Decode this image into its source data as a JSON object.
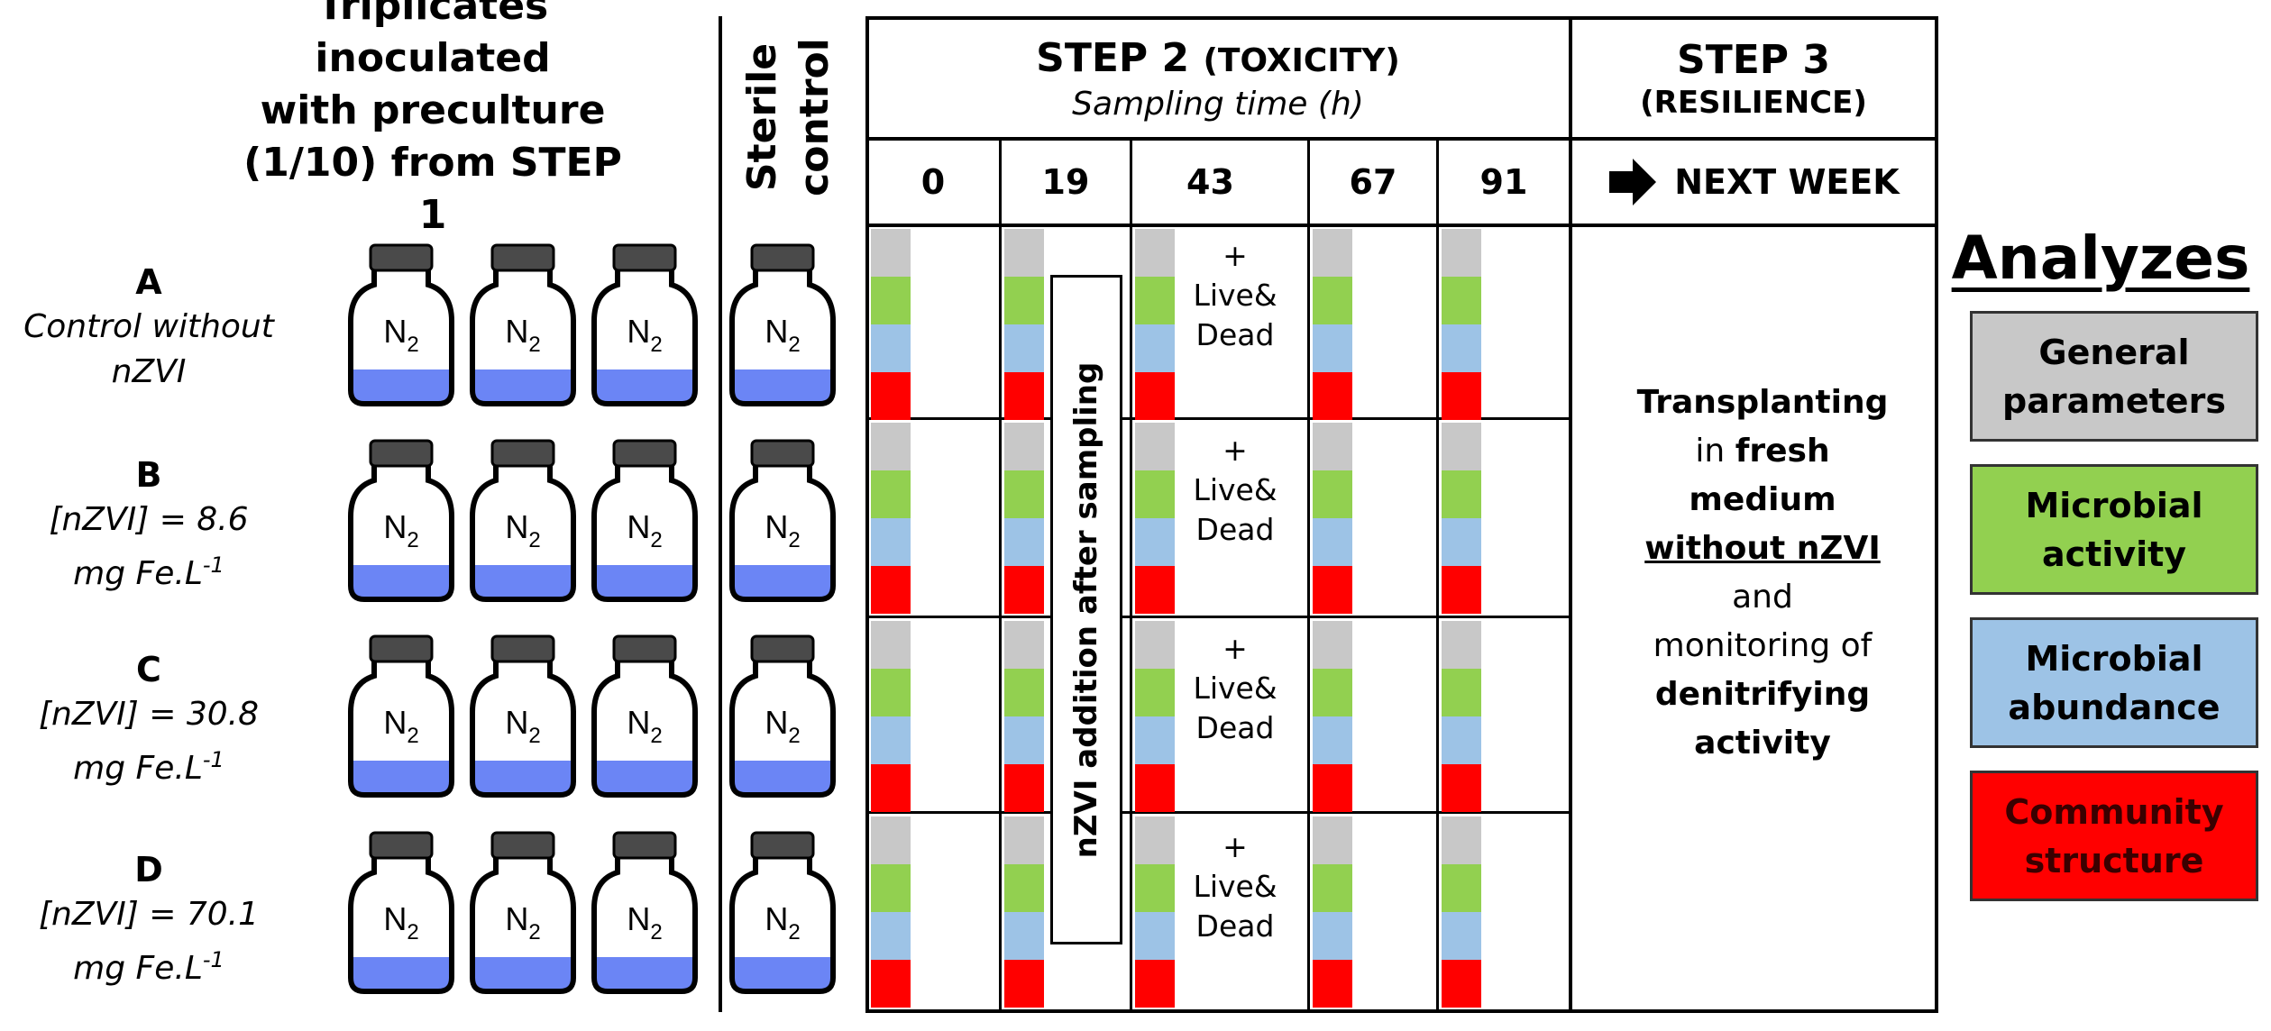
{
  "left_header": {
    "line1": "Triplicates inoculated",
    "line2": "with preculture",
    "line3": "(1/10) from STEP 1"
  },
  "sterile_header": {
    "line1": "Sterile",
    "line2": "control"
  },
  "bottle_label": "N",
  "bottle_subscript": "2",
  "rows": [
    {
      "letter": "A",
      "desc1": "Control without",
      "desc2": "nZVI",
      "sup": ""
    },
    {
      "letter": "B",
      "desc1": "[nZVI] = 8.6",
      "desc2": "mg Fe.L",
      "sup": "-1"
    },
    {
      "letter": "C",
      "desc1": "[nZVI] = 30.8",
      "desc2": "mg Fe.L",
      "sup": "-1"
    },
    {
      "letter": "D",
      "desc1": "[nZVI] = 70.1",
      "desc2": "mg Fe.L",
      "sup": "-1"
    }
  ],
  "step2": {
    "title": "STEP 2",
    "title_paren": "(TOXICITY)",
    "subtitle": "Sampling time (h)"
  },
  "step3": {
    "title": "STEP 3",
    "subtitle": "(RESILIENCE)",
    "next": "NEXT WEEK"
  },
  "times": [
    "0",
    "19",
    "43",
    "67",
    "91"
  ],
  "live_dead": {
    "plus": "+",
    "line1": "Live&",
    "line2": "Dead"
  },
  "addition_text": "nZVI addition after sampling",
  "step3_body": {
    "l1": "Transplanting",
    "l2a": "in ",
    "l2b": "fresh",
    "l3": "medium",
    "l4": "without nZVI",
    "l5": "and",
    "l6": "monitoring of",
    "l7": "denitrifying",
    "l8": "activity"
  },
  "analyzes": {
    "title": "Analyzes",
    "items": [
      {
        "line1": "General",
        "line2": "parameters",
        "color": "#c8c8c8",
        "text_color": "#000000"
      },
      {
        "line1": "Microbial",
        "line2": "activity",
        "color": "#92d050",
        "text_color": "#000000"
      },
      {
        "line1": "Microbial",
        "line2": "abundance",
        "color": "#9dc3e6",
        "text_color": "#000000"
      },
      {
        "line1": "Community",
        "line2": "structure",
        "color": "#ff0000",
        "text_color": "#3a0000"
      }
    ]
  },
  "colors": {
    "liquid": "#6b85f5",
    "cap": "#4a4a4a",
    "seg_gray": "#c8c8c8",
    "seg_green": "#92d050",
    "seg_blue": "#9dc3e6",
    "seg_red": "#ff0000"
  }
}
